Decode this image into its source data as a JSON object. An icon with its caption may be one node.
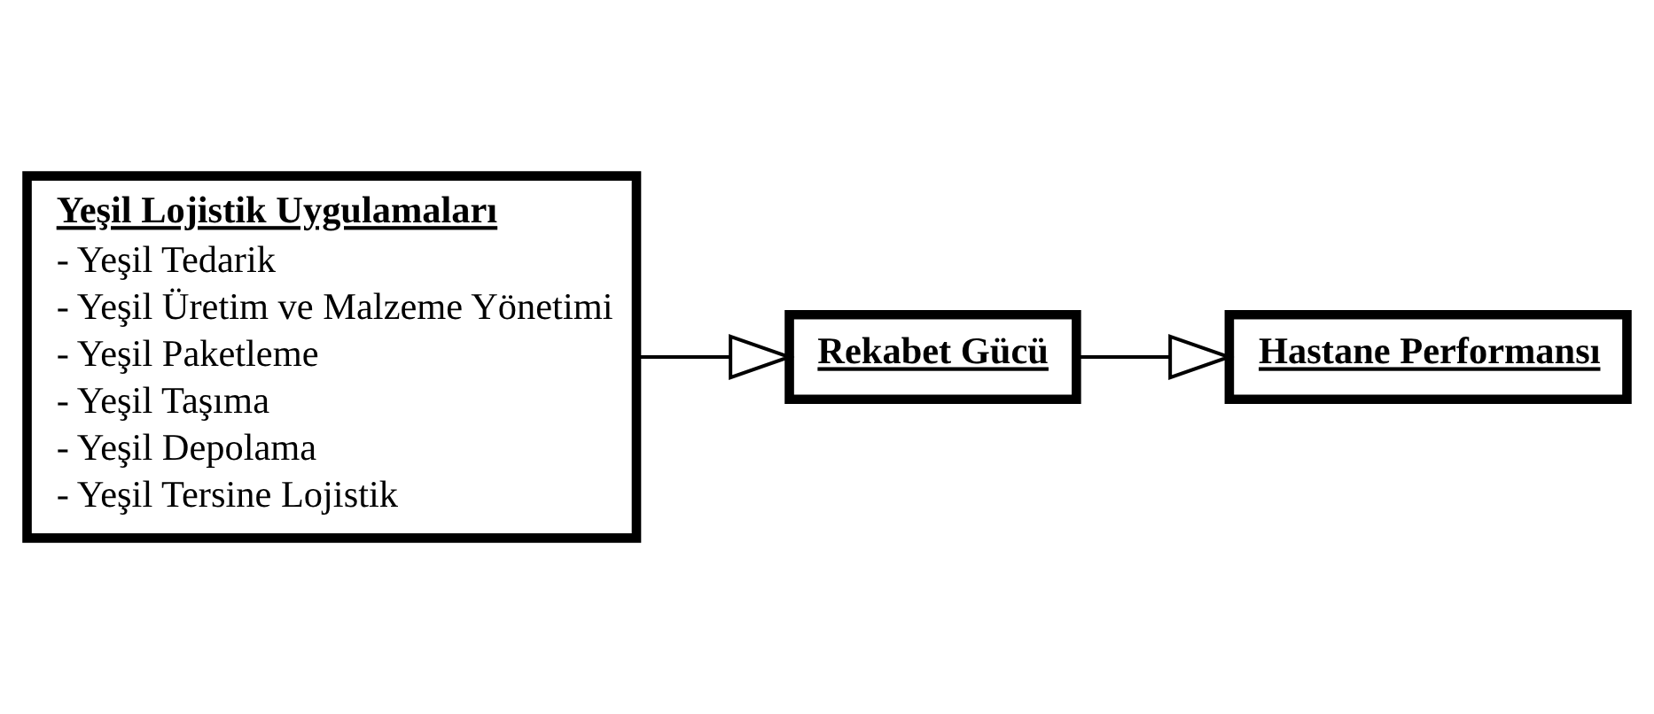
{
  "diagram": {
    "nodes": [
      {
        "text": [
          "Yeşil Lojistik Uygulamaları",
          "- Yeşil Tedarik",
          "- Yeşil Üretim ve Malzeme Yönetimi",
          "- Yeşil Paketleme",
          "- Yeşil Taşıma",
          "- Yeşil Depolama",
          "- Yeşil Tersine Lojistik"
        ]
      },
      {
        "text": [
          "Rekabet Gücü"
        ]
      },
      {
        "text": [
          "Hastane Performansı"
        ]
      }
    ],
    "edges": [
      {
        "from": 0,
        "to": 1,
        "arrow": "to"
      },
      {
        "from": 1,
        "to": 2,
        "arrow": "to"
      }
    ]
  }
}
